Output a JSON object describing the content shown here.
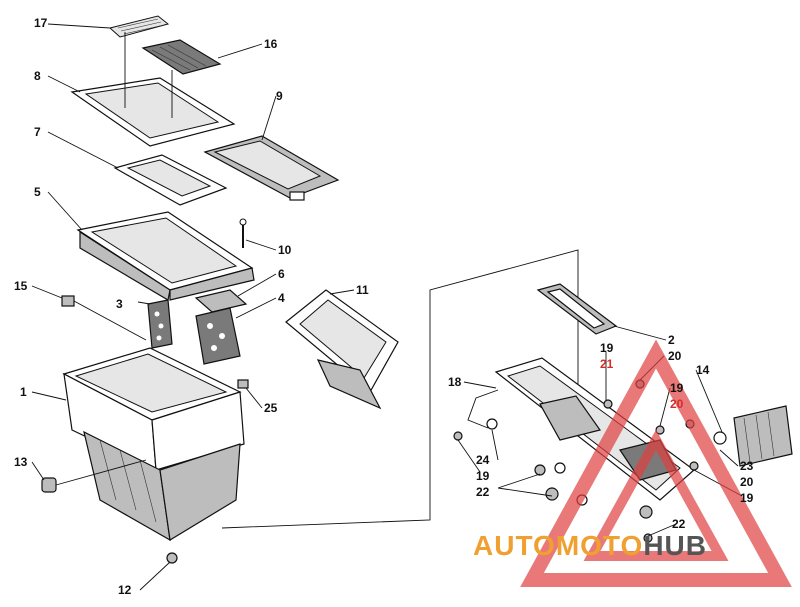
{
  "callouts": {
    "c1": "1",
    "c2": "2",
    "c3": "3",
    "c4": "4",
    "c5": "5",
    "c6": "6",
    "c7": "7",
    "c8": "8",
    "c9": "9",
    "c10": "10",
    "c11": "11",
    "c12": "12",
    "c13": "13",
    "c14": "14",
    "c15": "15",
    "c16": "16",
    "c17": "17",
    "c18": "18",
    "c19a": "19",
    "c19b": "19",
    "c19c": "19",
    "c19d": "19",
    "c20a": "20",
    "c20b": "20",
    "c20c": "20",
    "c21": "21",
    "c22a": "22",
    "c22b": "22",
    "c23": "23",
    "c24": "24",
    "c25": "25"
  },
  "watermark": {
    "part1": "AUTOMOTO",
    "part2": "HUB",
    "color_orange": "#f0a030",
    "color_red": "#e04040",
    "color_gray": "#555555"
  }
}
